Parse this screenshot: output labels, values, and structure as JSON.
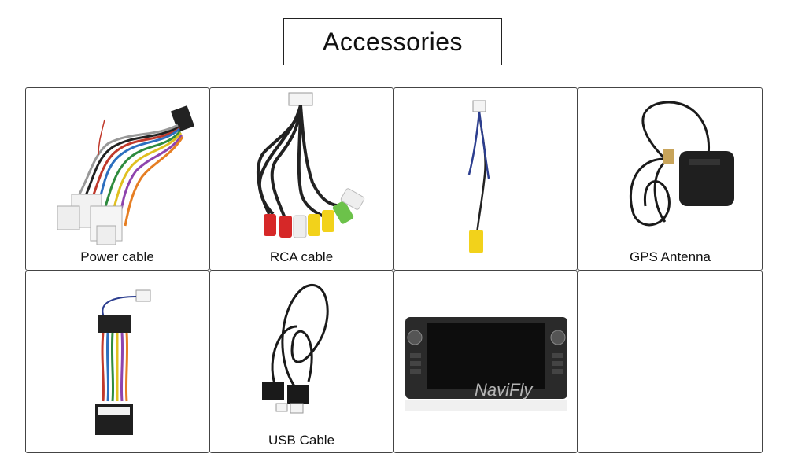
{
  "title": "Accessories",
  "items": [
    {
      "label": "Power cable"
    },
    {
      "label": "RCA cable"
    },
    {
      "label": ""
    },
    {
      "label": "GPS Antenna"
    },
    {
      "label": ""
    },
    {
      "label": "USB  Cable"
    },
    {
      "label": ""
    },
    {
      "label": ""
    }
  ],
  "watermark": "NaviFly"
}
